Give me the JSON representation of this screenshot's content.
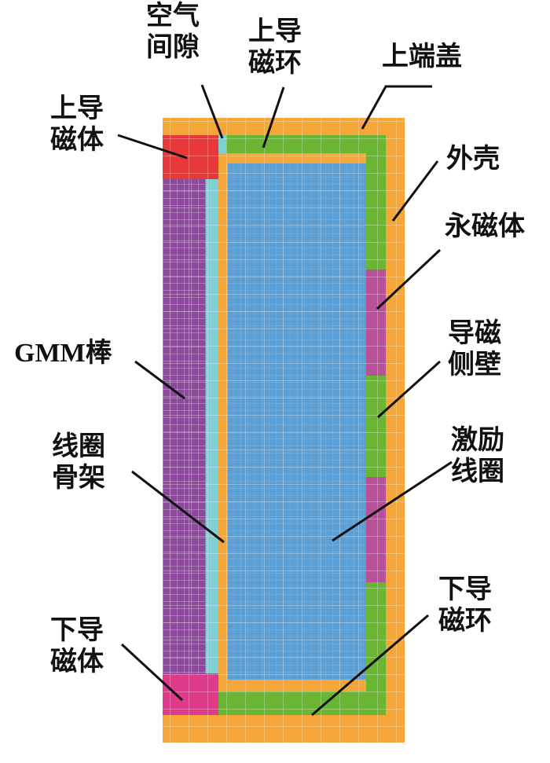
{
  "labels": {
    "air_gap": "空气\n间隙",
    "upper_ring": "上导\n磁环",
    "upper_cap": "上端盖",
    "upper_conductor": "上导\n磁体",
    "shell": "外壳",
    "magnet": "永磁体",
    "side_wall": "导磁\n侧壁",
    "gmm_rod": "GMM棒",
    "bobbin": "线圈\n骨架",
    "coil": "激励\n线圈",
    "lower_ring": "下导\n磁环",
    "lower_conductor": "下导\n磁体"
  },
  "colors": {
    "cap_shell": "#f4a738",
    "ring_wall": "#6bb535",
    "upper_conductor": "#e8393a",
    "lower_conductor": "#e03a8a",
    "gmm_rod": "#8d4a9c",
    "bobbin": "#7fcfd3",
    "coil": "#5b9fd4",
    "magnet": "#b8509a",
    "mesh": "#ffffff"
  }
}
